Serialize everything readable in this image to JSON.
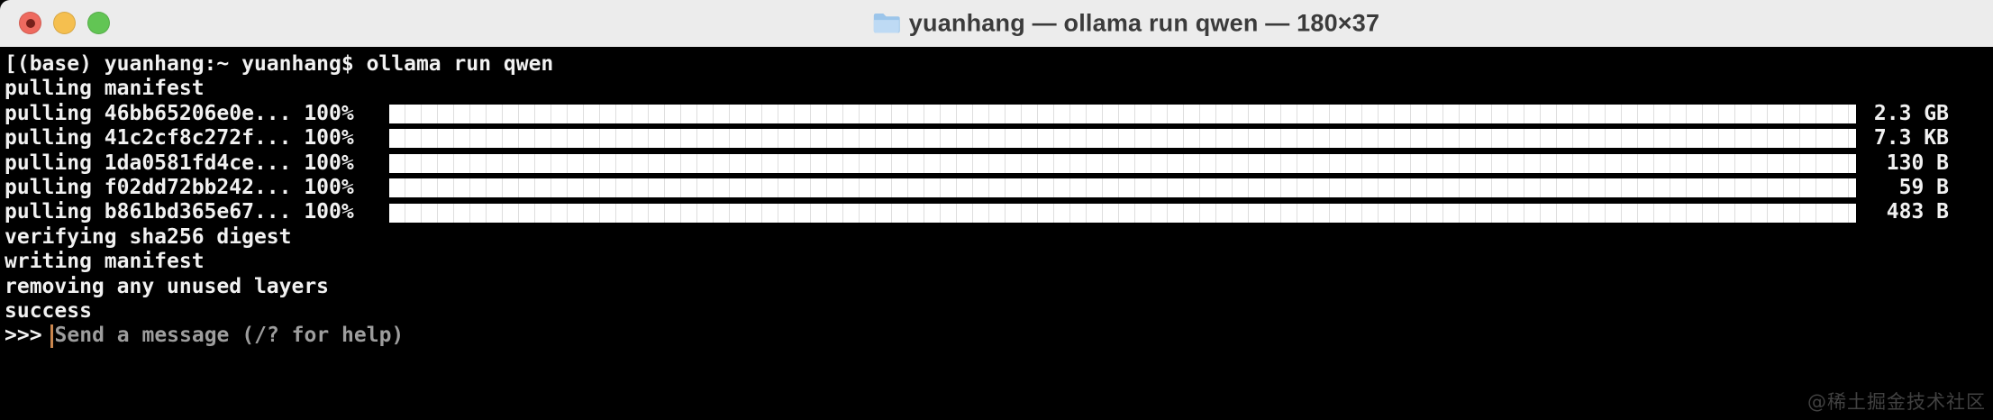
{
  "window": {
    "title": "yuanhang — ollama run qwen — 180×37",
    "controls": {
      "close": "close-window",
      "minimize": "minimize-window",
      "zoom": "zoom-window"
    }
  },
  "terminal": {
    "lines": [
      {
        "type": "text",
        "text": "[(base) yuanhang:~ yuanhang$ ollama run qwen"
      },
      {
        "type": "text",
        "text": "pulling manifest"
      },
      {
        "type": "progress",
        "label": "pulling 46bb65206e0e... 100% ",
        "percent": 100,
        "size": "2.3 GB"
      },
      {
        "type": "progress",
        "label": "pulling 41c2cf8c272f... 100% ",
        "percent": 100,
        "size": "7.3 KB"
      },
      {
        "type": "progress",
        "label": "pulling 1da0581fd4ce... 100% ",
        "percent": 100,
        "size": " 130 B"
      },
      {
        "type": "progress",
        "label": "pulling f02dd72bb242... 100% ",
        "percent": 100,
        "size": "  59 B"
      },
      {
        "type": "progress",
        "label": "pulling b861bd365e67... 100% ",
        "percent": 100,
        "size": " 483 B"
      },
      {
        "type": "text",
        "text": "verifying sha256 digest"
      },
      {
        "type": "text",
        "text": "writing manifest"
      },
      {
        "type": "text",
        "text": "removing any unused layers"
      },
      {
        "type": "text",
        "text": "success"
      },
      {
        "type": "prompt",
        "prompt": ">>>",
        "placeholder": "Send a message (/? for help)"
      }
    ]
  },
  "watermark": {
    "text": "@稀土掘金技术社区"
  },
  "colors": {
    "terminal_bg": "#000000",
    "terminal_fg": "#f1f1f1",
    "progress_fill": "#ffffff",
    "cursor": "#c9864e",
    "placeholder_fg": "#9d9d9d",
    "titlebar_bg": "#ececec",
    "title_fg": "#3b3b3b",
    "traffic_red": "#ee6a5f",
    "traffic_yellow": "#f5bf4f",
    "traffic_green": "#62c554"
  }
}
